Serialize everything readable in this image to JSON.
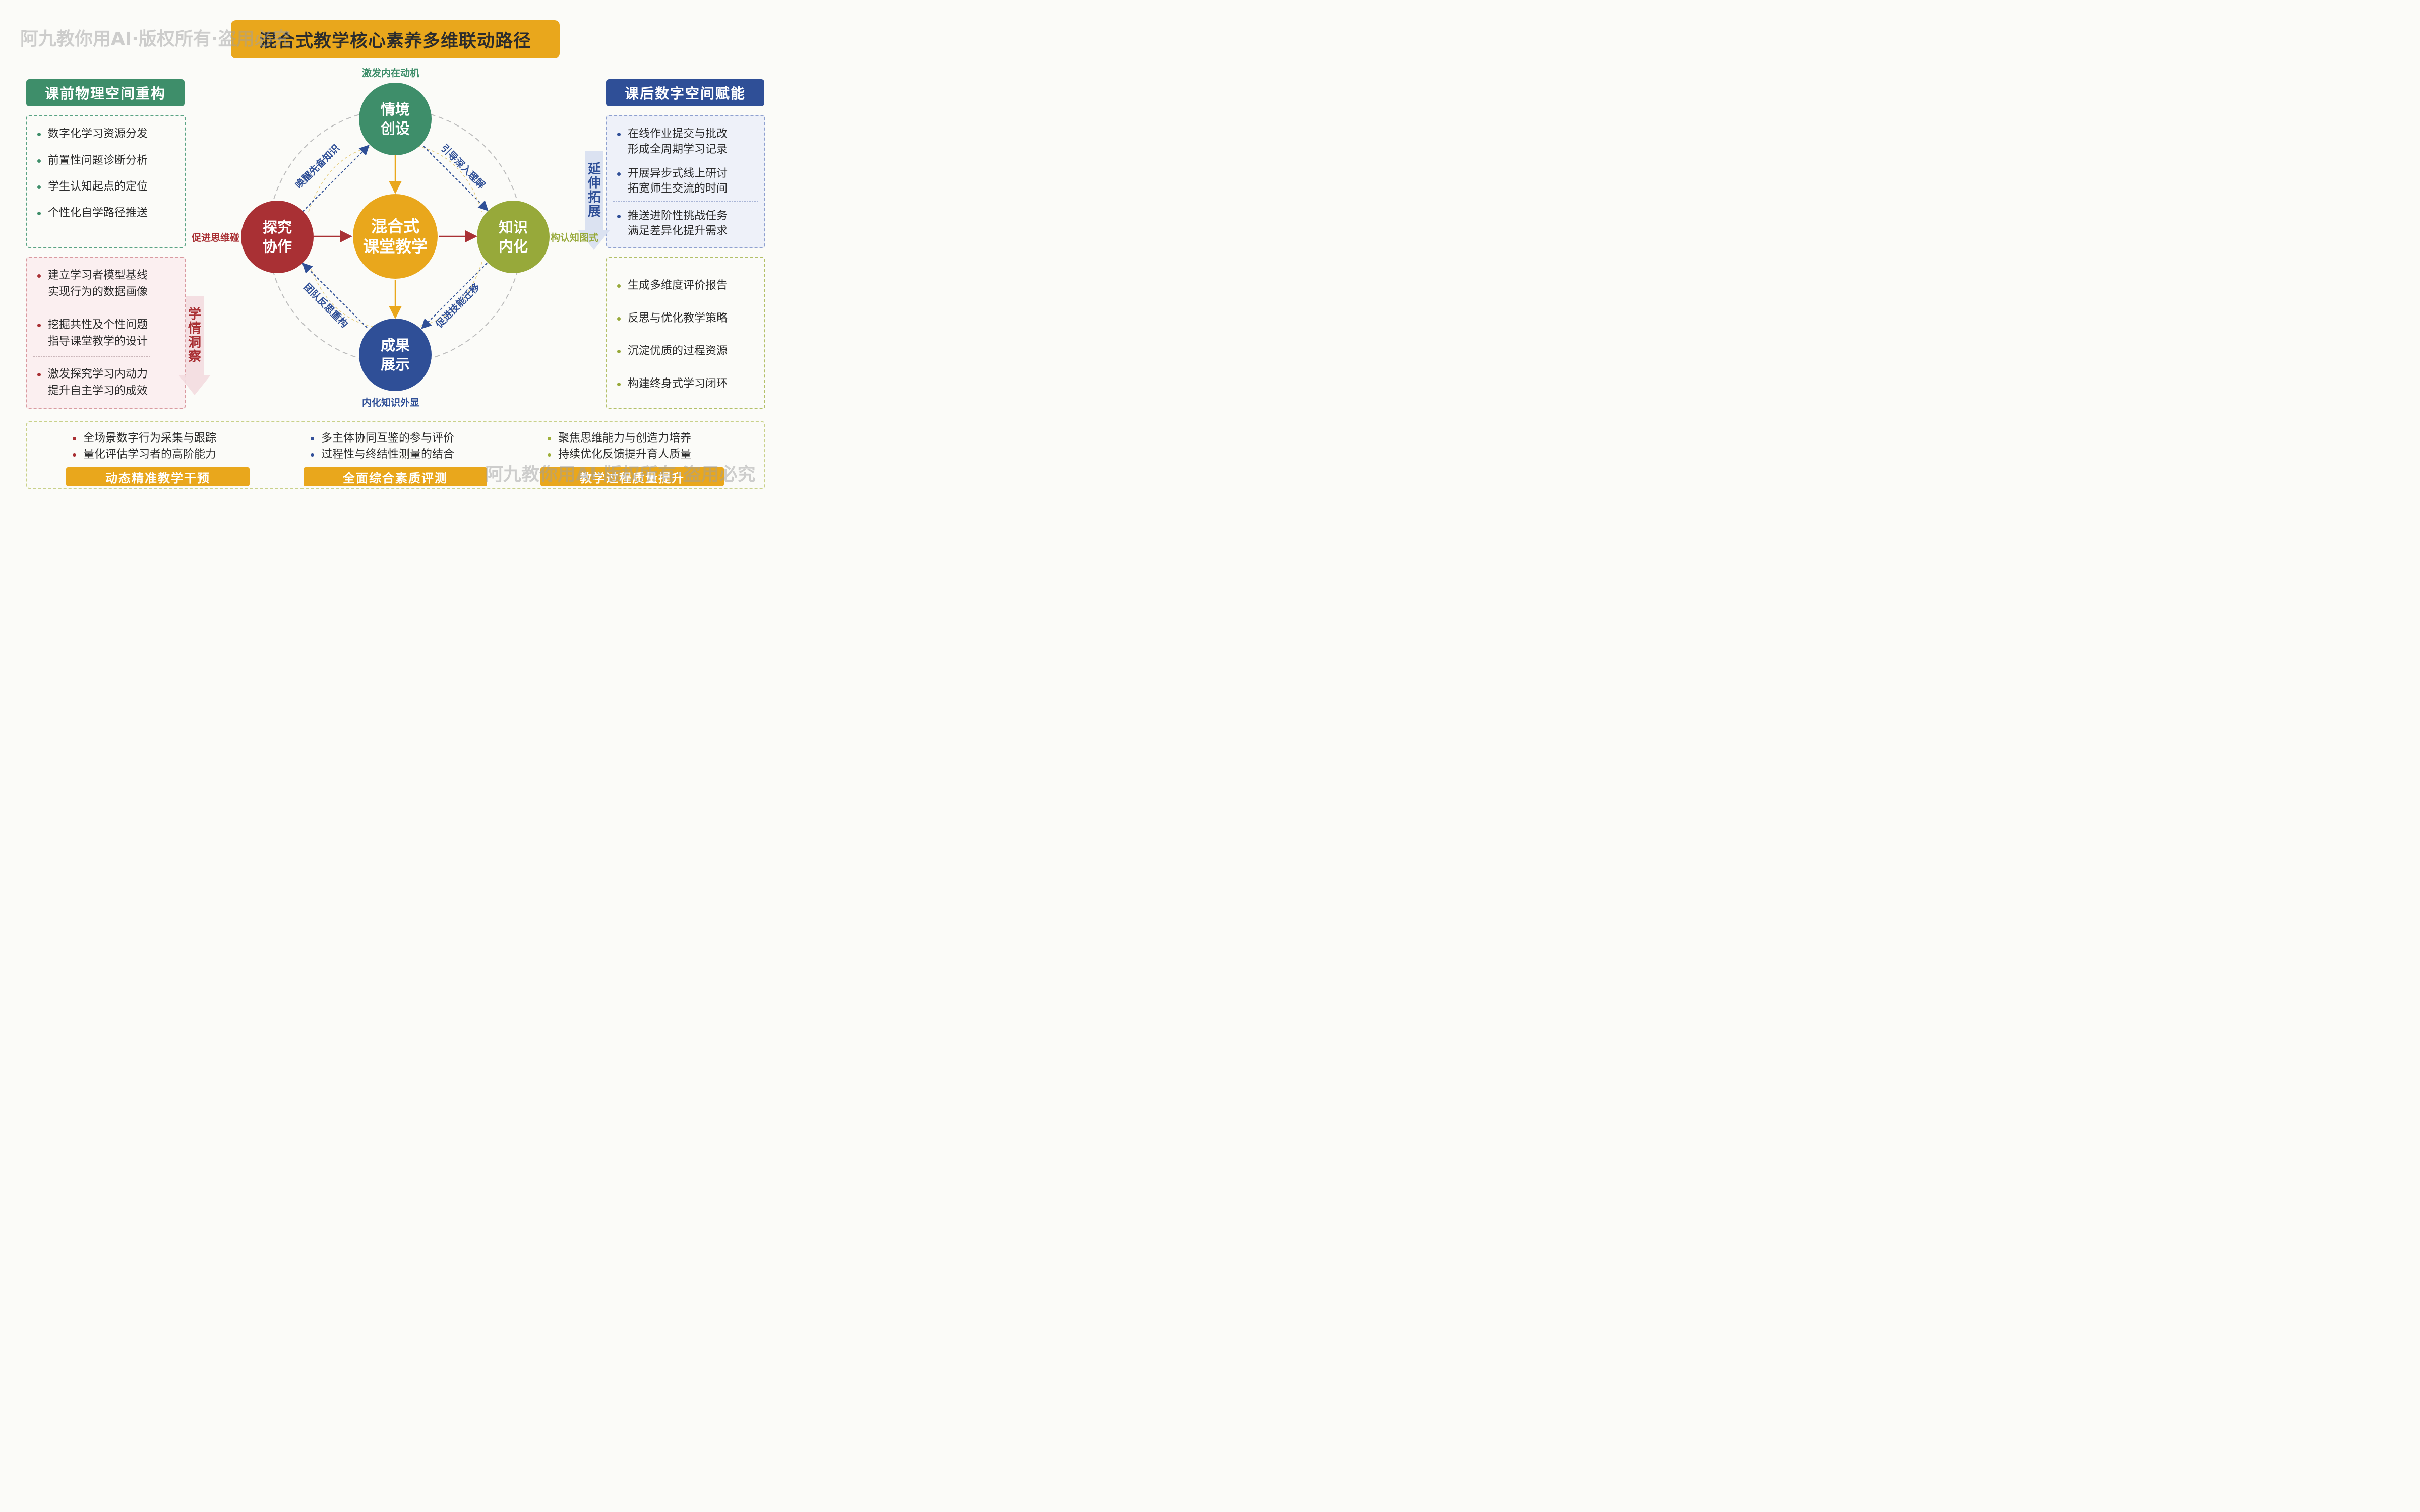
{
  "title": "混合式教学核心素养多维联动路径",
  "watermark": "阿九教你用AI·版权所有·盗用必究",
  "left_header": "课前物理空间重构",
  "left_list": [
    "数字化学习资源分发",
    "前置性问题诊断分析",
    "学生认知起点的定位",
    "个性化自学路径推送"
  ],
  "left_lower_items": [
    {
      "line1": "建立学习者模型基线",
      "line2": "实现行为的数据画像"
    },
    {
      "line1": "挖掘共性及个性问题",
      "line2": "指导课堂教学的设计"
    },
    {
      "line1": "激发探究学习内动力",
      "line2": "提升自主学习的成效"
    }
  ],
  "left_vertical": "学情洞察",
  "right_header": "课后数字空间赋能",
  "right_upper_items": [
    {
      "line1": "在线作业提交与批改",
      "line2": "形成全周期学习记录"
    },
    {
      "line1": "开展异步式线上研讨",
      "line2": "拓宽师生交流的时间"
    },
    {
      "line1": "推送进阶性挑战任务",
      "line2": "满足差异化提升需求"
    }
  ],
  "right_vertical": "延伸拓展",
  "right_lower_list": [
    "生成多维度评价报告",
    "反思与优化教学策略",
    "沉淀优质的过程资源",
    "构建终身式学习闭环"
  ],
  "center": {
    "line1": "混合式",
    "line2": "课堂教学"
  },
  "nodes": {
    "top": {
      "line1": "情境",
      "line2": "创设",
      "label": "激发内在动机"
    },
    "left": {
      "line1": "探究",
      "line2": "协作",
      "label": "促进思维碰"
    },
    "right": {
      "line1": "知识",
      "line2": "内化",
      "label": "构认知图式"
    },
    "bottom": {
      "line1": "成果",
      "line2": "展示",
      "label": "内化知识外显"
    }
  },
  "arrows": {
    "top_right": "引导深入理解",
    "left_top": "唤醒先备知识",
    "bottom_right": "促进技能迁移",
    "left_bottom": "团队反思重构"
  },
  "footer": [
    {
      "items": [
        "全场景数字行为采集与跟踪",
        "量化评估学习者的高阶能力"
      ],
      "tag": "动态精准教学干预",
      "dot": "#a93034"
    },
    {
      "items": [
        "多主体协同互鉴的参与评价",
        "过程性与终结性测量的结合"
      ],
      "tag": "全面综合素质评测",
      "dot": "#34519a"
    },
    {
      "items": [
        "聚焦思维能力与创造力培养",
        "持续优化反馈提升育人质量"
      ],
      "tag": "教学过程质量提升",
      "dot": "#9fb03b"
    }
  ],
  "colors": {
    "gold": "#e9a71c",
    "green": "#3e8e6a",
    "navy": "#2f4f97",
    "red": "#a93034",
    "olive": "#97a93a"
  }
}
